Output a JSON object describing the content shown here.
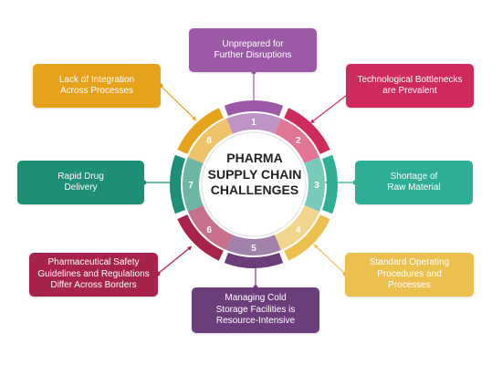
{
  "center": {
    "line1": "PHARMA",
    "line2": "SUPPLY CHAIN",
    "line3": "CHALLENGES"
  },
  "segments": [
    {
      "number": "1",
      "color": "#9b59a6",
      "lines": [
        "Unprepared for",
        "Further Disruptions"
      ]
    },
    {
      "number": "2",
      "color": "#cf2a5c",
      "lines": [
        "Technological Bottlenecks",
        "are Prevalent"
      ]
    },
    {
      "number": "3",
      "color": "#2fae96",
      "lines": [
        "Shortage of",
        "Raw Material"
      ]
    },
    {
      "number": "4",
      "color": "#ecc04f",
      "lines": [
        "Standard Operating",
        "Procedures and",
        "Processes"
      ]
    },
    {
      "number": "5",
      "color": "#6b3d7b",
      "lines": [
        "Managing Cold",
        "Storage Facilities is",
        "Resource-Intensive"
      ]
    },
    {
      "number": "6",
      "color": "#a8234c",
      "lines": [
        "Pharmaceutical Safety",
        "Guidelines and Regulations",
        "Differ Across Borders"
      ]
    },
    {
      "number": "7",
      "color": "#1d8f76",
      "lines": [
        "Rapid Drug",
        "Delivery"
      ]
    },
    {
      "number": "8",
      "color": "#e6a21a",
      "lines": [
        "Lack of Integration",
        "Across Processes"
      ]
    }
  ]
}
